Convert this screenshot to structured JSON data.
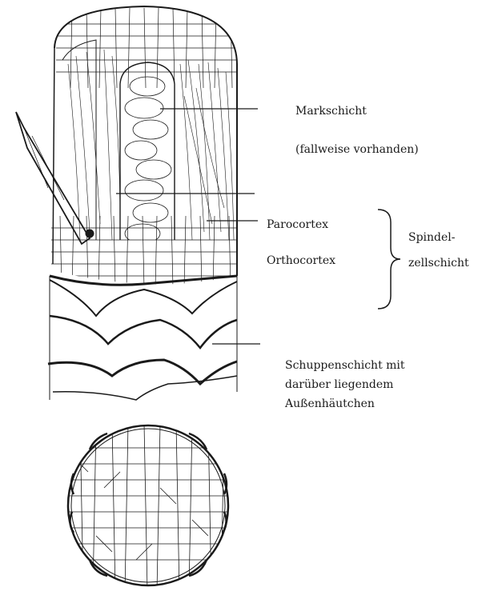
{
  "labels": {
    "markschicht": "Markschicht",
    "fallweise": "(fallweise vorhanden)",
    "parocortex": "Parocortex",
    "orthocortex": "Orthocortex",
    "spindel_line1": "Spindel-",
    "spindel_line2": "zellschicht",
    "schuppen_line1": "Schuppenschicht mit",
    "schuppen_line2": "darüber liegendem",
    "schuppen_line3": "Außenhäutchen"
  },
  "colors": {
    "ink": "#1a1a1a",
    "background": "#ffffff"
  }
}
